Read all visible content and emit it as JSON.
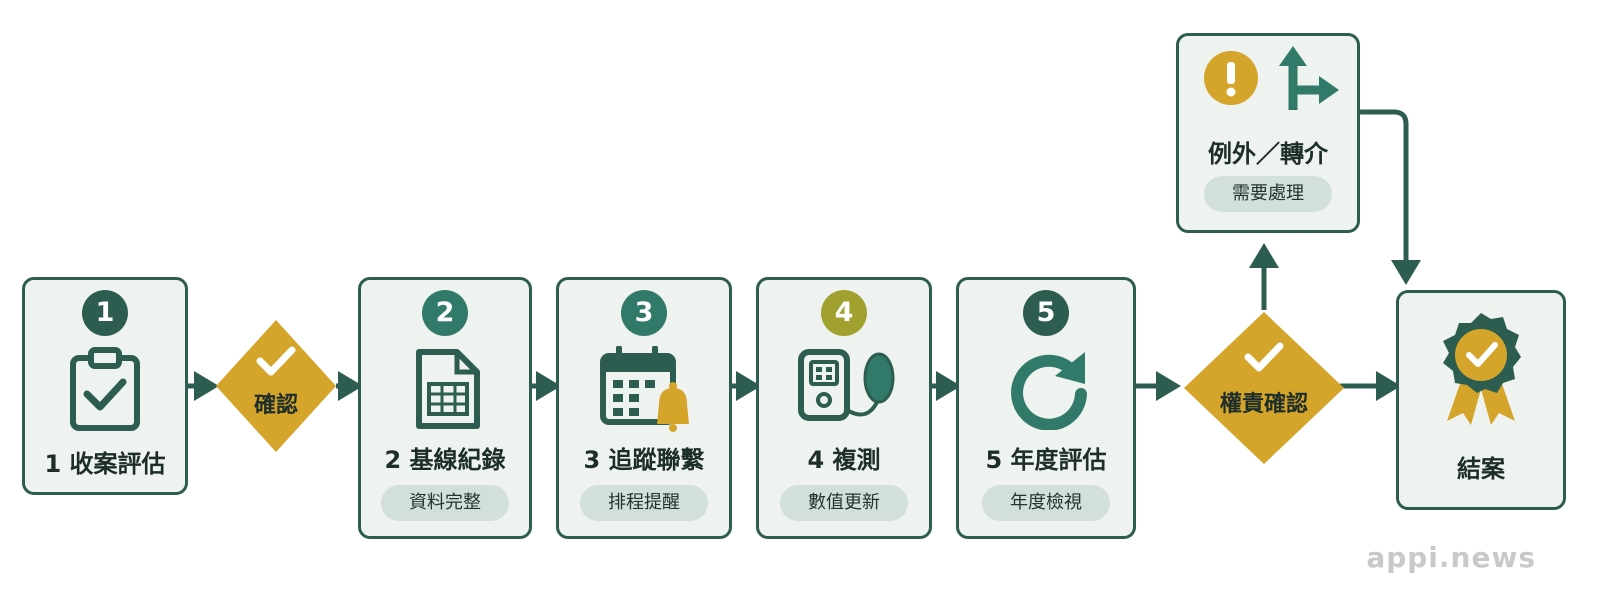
{
  "colors": {
    "dark_green": "#2d5d50",
    "teal": "#317a6a",
    "olive": "#a0a12f",
    "gold": "#d4a52a",
    "card_fill": "#eef3ef",
    "pill_fill": "#d3e0d9"
  },
  "steps": [
    {
      "badge": "1",
      "title": "1 收案評估",
      "icon": "clipboard-check-icon"
    },
    {
      "badge": "2",
      "title": "2 基線紀錄",
      "sub": "資料完整",
      "icon": "spreadsheet-document-icon"
    },
    {
      "badge": "3",
      "title": "3 追蹤聯繫",
      "sub": "排程提醒",
      "icon": "calendar-bell-icon"
    },
    {
      "badge": "4",
      "title": "4 複測",
      "sub": "數值更新",
      "icon": "blood-pressure-monitor-icon"
    },
    {
      "badge": "5",
      "title": "5 年度評估",
      "sub": "年度檢視",
      "icon": "refresh-cycle-icon"
    }
  ],
  "decisions": [
    {
      "label": "確認",
      "icon": "check-icon"
    },
    {
      "label": "權責確認",
      "icon": "check-icon"
    }
  ],
  "exception": {
    "title": "例外／轉介",
    "sub": "需要處理",
    "icons": [
      "exclamation-icon",
      "branch-arrow-icon"
    ]
  },
  "end": {
    "title": "結案",
    "icon": "award-badge-icon"
  },
  "watermark": "appi.news"
}
